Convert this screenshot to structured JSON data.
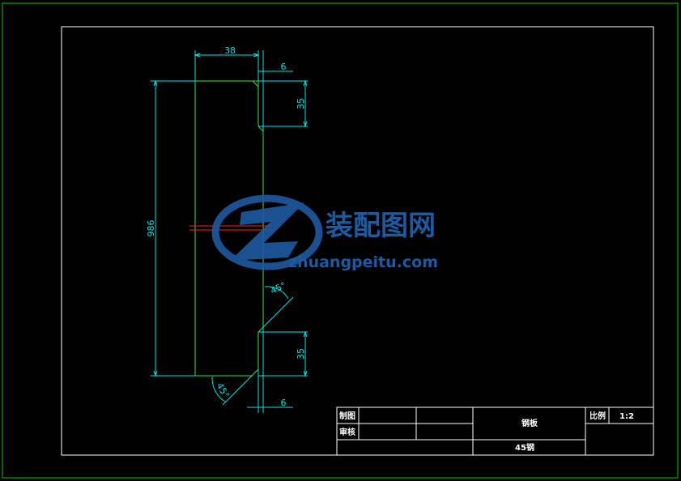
{
  "drawing": {
    "dimensions": {
      "width_top": "38",
      "offset_top": "6",
      "upper_slot_height": "35",
      "total_height": "986",
      "chamfer_right": "45°",
      "lower_slot_height": "35",
      "chamfer_bottom": "45°",
      "offset_bottom": "6"
    }
  },
  "watermark": {
    "chinese": "装配图网",
    "url": "zhuangpeitu.com"
  },
  "title_block": {
    "drawn_label": "制图",
    "checked_label": "审核",
    "part_name": "钢板",
    "scale_label": "比例",
    "scale_value": "1:2",
    "material": "45钢"
  },
  "colors": {
    "outer_border": "#00c800",
    "frame": "#ffffff",
    "outline": "#40e040",
    "dimension": "#00e0e0",
    "centerline": "#ff2020",
    "watermark": "#1e5aa0"
  }
}
